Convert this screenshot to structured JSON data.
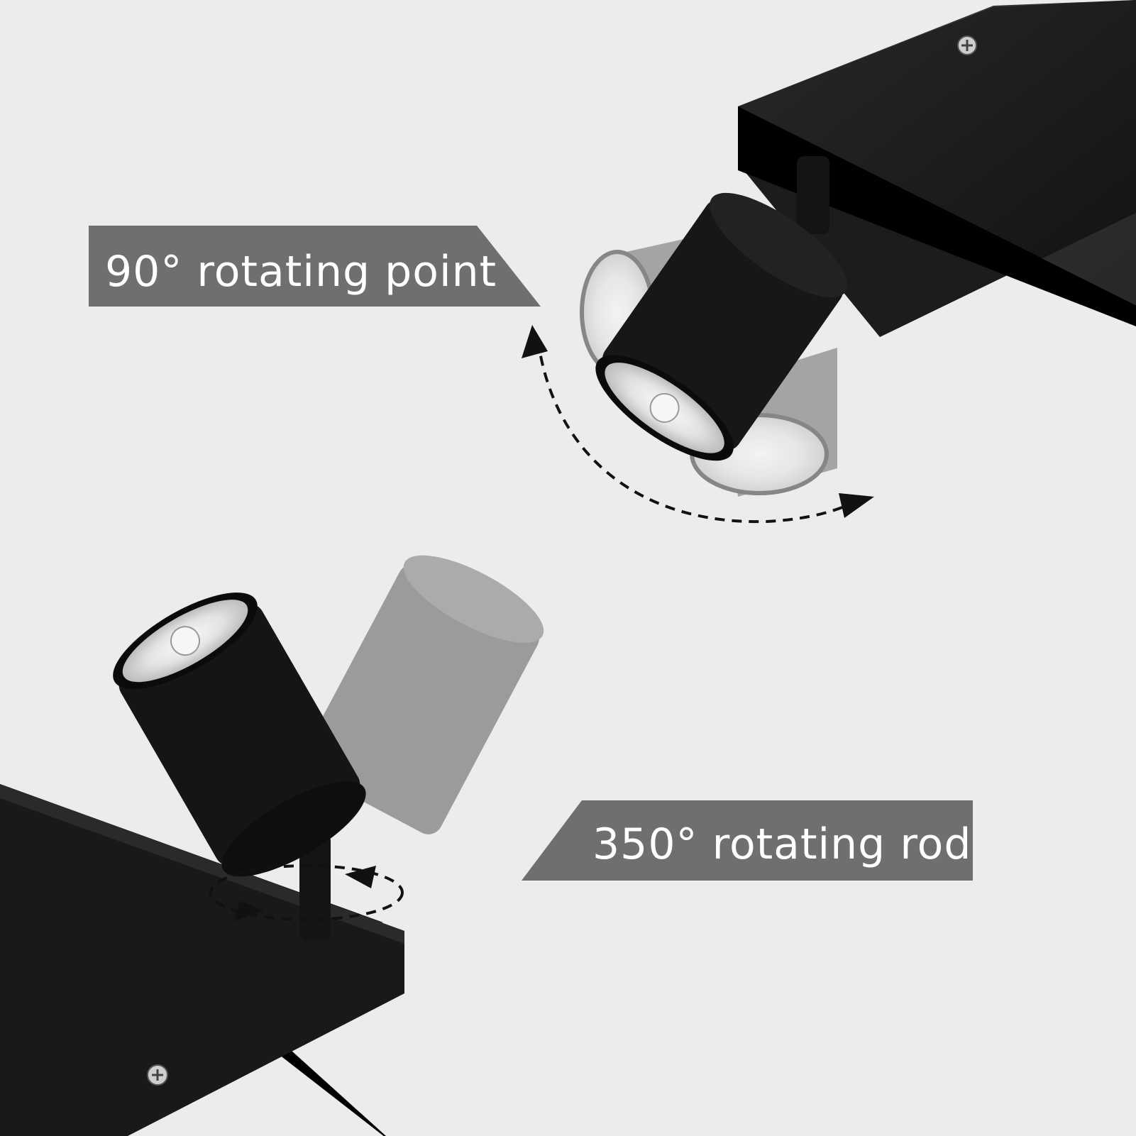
{
  "labels": {
    "top": "90° rotating point",
    "bottom": "350° rotating rod"
  },
  "colors": {
    "background": "#ececec",
    "label_band": "#6f6f6f",
    "fixture_black": "#161616",
    "ghost_gray": "#8a8a8a"
  },
  "icons": {
    "arrow_top": "curved-dashed-double-arrow",
    "arrow_bottom": "elliptical-dashed-rotation-arrow"
  }
}
